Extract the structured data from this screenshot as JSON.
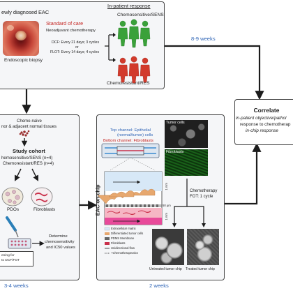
{
  "top_panel": {
    "heading": "ewly diagnosed EAC",
    "photo_caption": "Endoscopic biopsy",
    "standard_of_care": "Standard of care",
    "neoadjuvant": "Neoadjuvant chemotherapy",
    "dcf": "DCF: Every 21 days; 3 cycles",
    "or": "or",
    "flot": "FLOT: Every 14 days; 4 cycles",
    "response_heading": "In-patient response",
    "sens_label": "Chemosensitive/SENS",
    "res_label": "Chemoresistant/RES"
  },
  "arrows": {
    "weeks_top": "8-9 weeks"
  },
  "correlate": {
    "title": "Correlate",
    "line1": "in-patient objective/pathol",
    "line2": "response to chemotherap",
    "line3": "in-chip response"
  },
  "left_panel": {
    "chemo_naive": "Chemo-naive",
    "tissues": "nor & adjacent normal tissues",
    "study_cohort": "Study cohort",
    "sens_n": "hemosensitive/SENS (n=4)",
    "res_n": "Chemoresistant/RES (n=4)",
    "pdos": "PDOs",
    "fibroblasts": "Fibroblasts",
    "determine_1": "Determine",
    "determine_2": "chemosensitivity",
    "determine_3": "and IC50 values",
    "screening_1": "ening for",
    "screening_2": "to DCF/FOT",
    "weeks": "3-4 weeks"
  },
  "chip_panel": {
    "top_channel_1": "Top  channel: Epithelial",
    "top_channel_2": "(normal/tumor) cells",
    "bottom_channel": "Bottom channel: Fibroblasts",
    "tumor_cells": "Tumor cells",
    "fibroblasts": "Fibroblasts",
    "vertical_label": "EAC-on-chip",
    "dim_1": "1 mm",
    "dim_2": "50 µm",
    "dim_3": "1 mm",
    "chemo_1": "Chemotherapy",
    "chemo_2": "FOT: 1 cycle",
    "legend": [
      "Extracellular matrix",
      "Differentiated tumor cells",
      "PDMS Membrane",
      "Fibroblasts",
      "Unidirectional flow",
      "+Chemotherapeutics"
    ],
    "untreated": "Untreated tumor chip",
    "treated": "Treated tumor chip",
    "weeks": "2 weeks"
  },
  "colors": {
    "accent_red": "#c4221e",
    "accent_blue": "#2e64b6",
    "sens_green": "#3aa13a",
    "res_red": "#d23a2c",
    "panel_bg": "#f5f6f8"
  }
}
